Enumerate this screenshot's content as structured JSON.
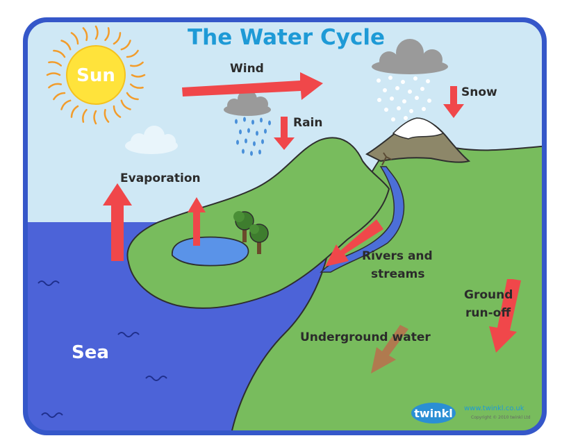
{
  "title": "The Water Cycle",
  "labels": {
    "sun": "Sun",
    "wind": "Wind",
    "rain": "Rain",
    "snow": "Snow",
    "evaporation": "Evaporation",
    "rivers_line1": "Rivers and",
    "rivers_line2": "streams",
    "ground_line1": "Ground",
    "ground_line2": "run-off",
    "underground": "Underground water",
    "sea": "Sea"
  },
  "footer": {
    "logo": "twinkl",
    "website": "www.twinkl.co.uk",
    "copyright": "Copyright © 2010 twinkl Ltd"
  },
  "colors": {
    "frame": "#3557c9",
    "sky": "#cfe8f5",
    "sea": "#4c63d8",
    "land": "#78bc5d",
    "arrow": "#f0474a",
    "underground_arrow": "#b07a4f",
    "sun": "#ffe33b",
    "title": "#1e9ad6"
  }
}
